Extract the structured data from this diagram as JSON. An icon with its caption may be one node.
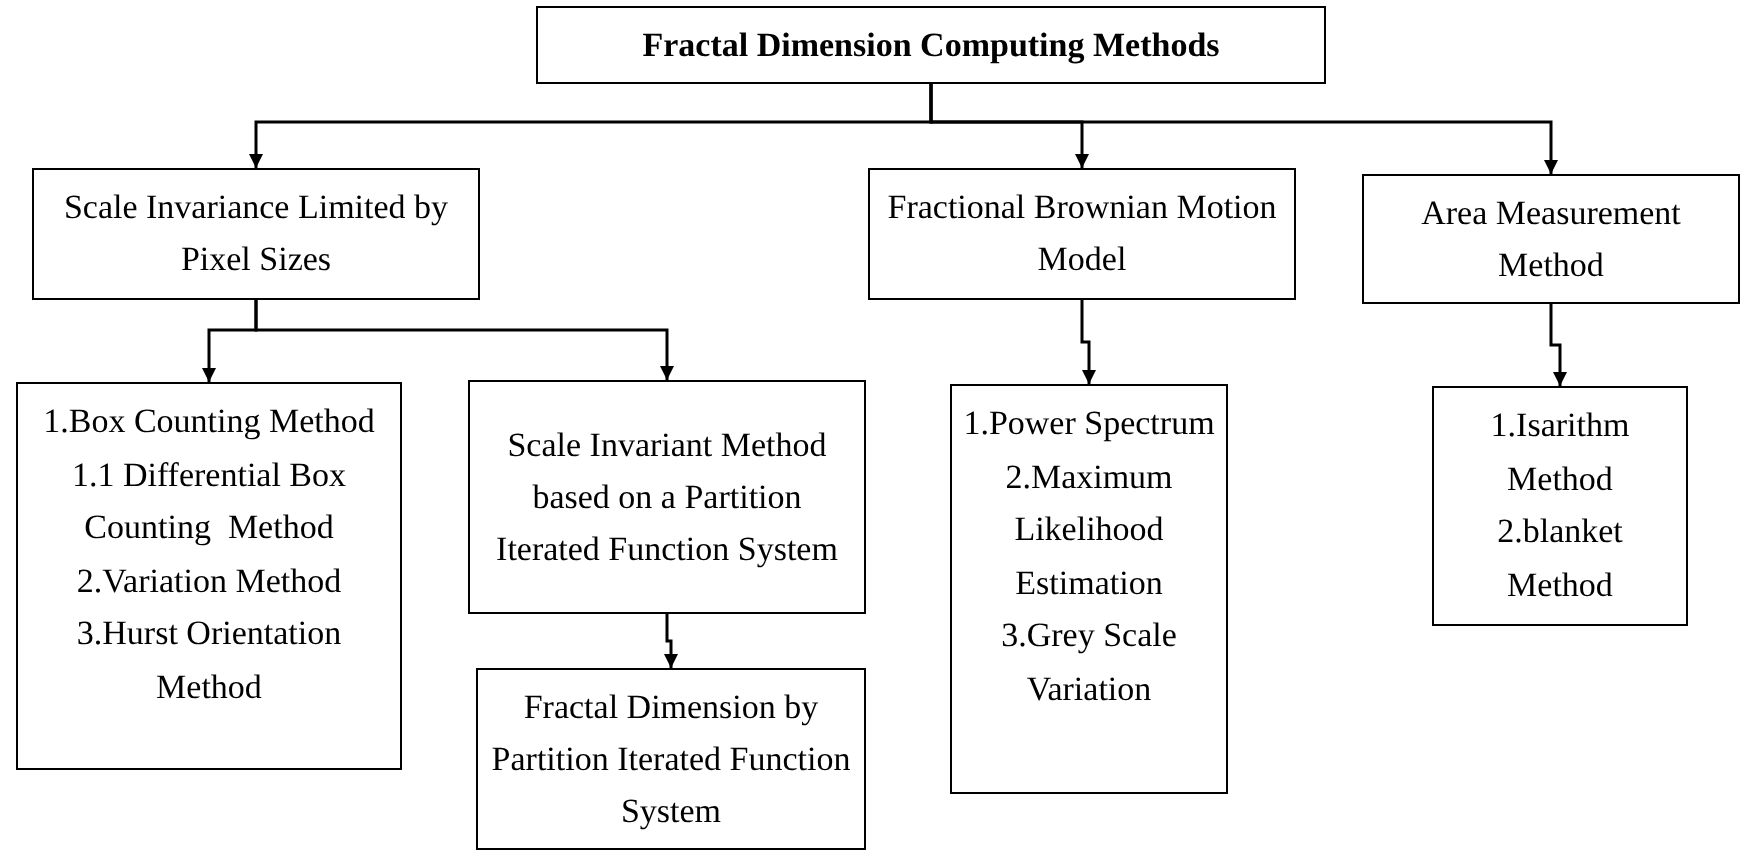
{
  "diagram": {
    "nodes": [
      {
        "text": [
          "Fractal Dimension Computing Methods"
        ]
      },
      {
        "text": [
          "Scale Invariance Limited by Pixel Sizes"
        ]
      },
      {
        "text": [
          "Fractional Brownian Motion Model"
        ]
      },
      {
        "text": [
          "Area Measurement Method"
        ]
      },
      {
        "text": [
          "1.Box Counting Method",
          "1.1 Differential Box Counting  Method",
          "2.Variation Method",
          "3.Hurst Orientation Method"
        ]
      },
      {
        "text": [
          "Scale Invariant Method based on a Partition Iterated Function System"
        ]
      },
      {
        "text": [
          "Fractal Dimension by Partition Iterated Function System"
        ]
      },
      {
        "text": [
          "1.Power Spectrum",
          "2.Maximum Likelihood Estimation",
          "3.Grey Scale Variation"
        ]
      },
      {
        "text": [
          "1.Isarithm Method",
          "2.blanket Method"
        ]
      }
    ],
    "edges": [
      {
        "from": 0,
        "to": 1,
        "arrow": "to"
      },
      {
        "from": 0,
        "to": 2,
        "arrow": "to"
      },
      {
        "from": 0,
        "to": 3,
        "arrow": "to"
      },
      {
        "from": 1,
        "to": 4,
        "arrow": "to"
      },
      {
        "from": 1,
        "to": 5,
        "arrow": "to"
      },
      {
        "from": 2,
        "to": 7,
        "arrow": "to"
      },
      {
        "from": 3,
        "to": 8,
        "arrow": "to"
      },
      {
        "from": 5,
        "to": 6,
        "arrow": "to"
      }
    ]
  }
}
